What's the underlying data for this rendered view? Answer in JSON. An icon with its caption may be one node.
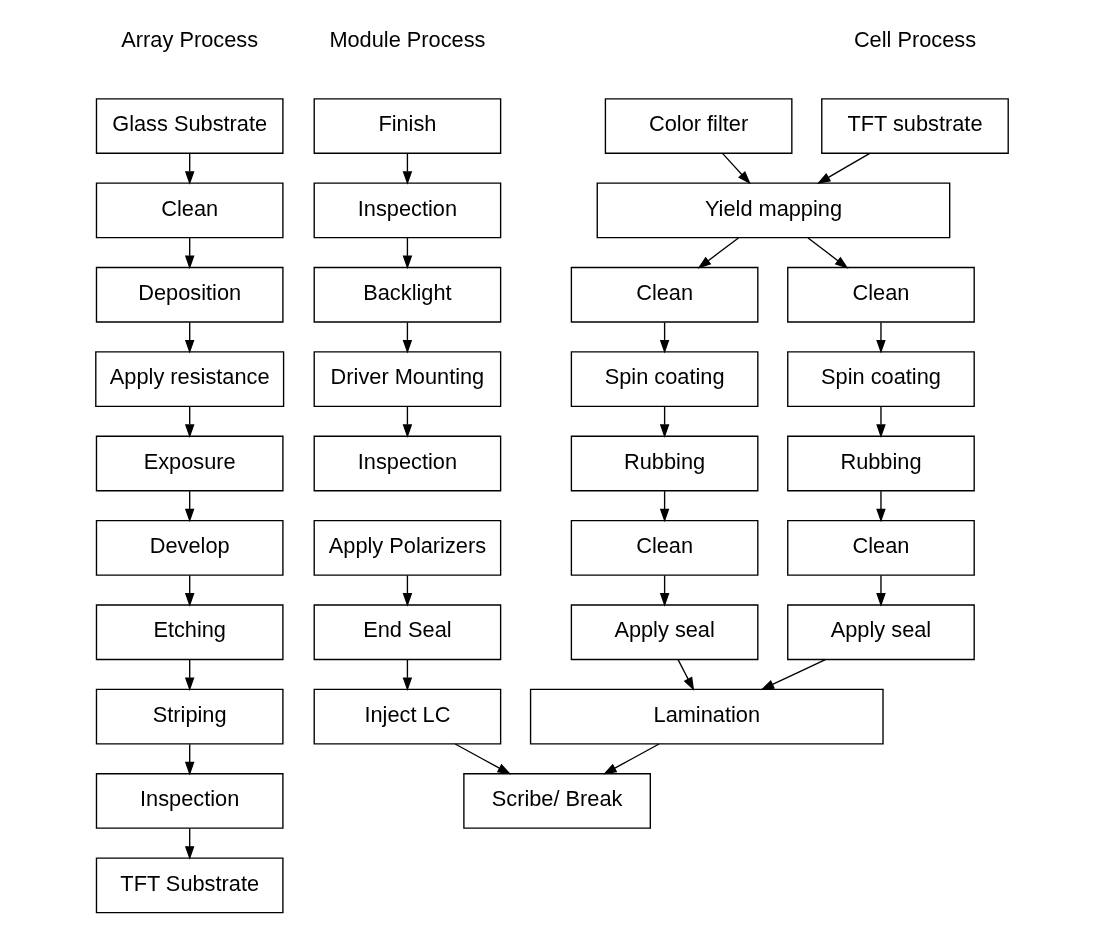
{
  "diagram": {
    "nodes": [
      {
        "text": [
          "Glass Substrate"
        ]
      },
      {
        "text": [
          "Clean"
        ]
      },
      {
        "text": [
          "Deposition"
        ]
      },
      {
        "text": [
          "Apply resistance"
        ]
      },
      {
        "text": [
          "Exposure"
        ]
      },
      {
        "text": [
          "Develop"
        ]
      },
      {
        "text": [
          "Etching"
        ]
      },
      {
        "text": [
          "Striping"
        ]
      },
      {
        "text": [
          "Inspection"
        ]
      },
      {
        "text": [
          "TFT Substrate"
        ]
      },
      {
        "text": [
          "TFT substrate"
        ]
      },
      {
        "text": [
          "Color filter"
        ]
      },
      {
        "text": [
          "Yield mapping"
        ]
      },
      {
        "text": [
          "Clean"
        ]
      },
      {
        "text": [
          "Clean"
        ]
      },
      {
        "text": [
          "Spin coating"
        ]
      },
      {
        "text": [
          "Spin coating"
        ]
      },
      {
        "text": [
          "Rubbing"
        ]
      },
      {
        "text": [
          "Rubbing"
        ]
      },
      {
        "text": [
          "Clean"
        ]
      },
      {
        "text": [
          "Clean"
        ]
      },
      {
        "text": [
          "Apply seal"
        ]
      },
      {
        "text": [
          "Apply seal"
        ]
      },
      {
        "text": [
          "Lamination"
        ]
      },
      {
        "text": [
          "Finish"
        ]
      },
      {
        "text": [
          "Inspection"
        ]
      },
      {
        "text": [
          "Backlight"
        ]
      },
      {
        "text": [
          "Driver Mounting"
        ]
      },
      {
        "text": [
          "Inspection"
        ]
      },
      {
        "text": [
          "Apply Polarizers"
        ]
      },
      {
        "text": [
          "End Seal"
        ]
      },
      {
        "text": [
          "Inject LC"
        ]
      },
      {
        "text": [
          "Scribe/ Break"
        ]
      }
    ],
    "edges": [
      {
        "from": 0,
        "to": 1,
        "arrow": "to"
      },
      {
        "from": 1,
        "to": 2,
        "arrow": "to"
      },
      {
        "from": 2,
        "to": 3,
        "arrow": "to"
      },
      {
        "from": 3,
        "to": 4,
        "arrow": "to"
      },
      {
        "from": 4,
        "to": 5,
        "arrow": "to"
      },
      {
        "from": 5,
        "to": 6,
        "arrow": "to"
      },
      {
        "from": 6,
        "to": 7,
        "arrow": "to"
      },
      {
        "from": 7,
        "to": 8,
        "arrow": "to"
      },
      {
        "from": 8,
        "to": 9,
        "arrow": "to"
      },
      {
        "from": 10,
        "to": 12,
        "arrow": "to"
      },
      {
        "from": 11,
        "to": 12,
        "arrow": "to"
      },
      {
        "from": 12,
        "to": 13,
        "arrow": "to"
      },
      {
        "from": 12,
        "to": 14,
        "arrow": "to"
      },
      {
        "from": 13,
        "to": 15,
        "arrow": "to"
      },
      {
        "from": 15,
        "to": 17,
        "arrow": "to"
      },
      {
        "from": 17,
        "to": 19,
        "arrow": "to"
      },
      {
        "from": 19,
        "to": 21,
        "arrow": "to"
      },
      {
        "from": 21,
        "to": 23,
        "arrow": "to"
      },
      {
        "from": 14,
        "to": 16,
        "arrow": "to"
      },
      {
        "from": 16,
        "to": 18,
        "arrow": "to"
      },
      {
        "from": 18,
        "to": 20,
        "arrow": "to"
      },
      {
        "from": 20,
        "to": 22,
        "arrow": "to"
      },
      {
        "from": 22,
        "to": 23,
        "arrow": "to"
      },
      {
        "from": 24,
        "to": 25,
        "arrow": "to"
      },
      {
        "from": 25,
        "to": 26,
        "arrow": "to"
      },
      {
        "from": 26,
        "to": 27,
        "arrow": "to"
      },
      {
        "from": 27,
        "to": 28,
        "arrow": "to"
      },
      {
        "from": 29,
        "to": 30,
        "arrow": "to"
      },
      {
        "from": 30,
        "to": 31,
        "arrow": "to"
      },
      {
        "from": 31,
        "to": 32,
        "arrow": "to"
      },
      {
        "from": 23,
        "to": 32,
        "arrow": "to"
      }
    ],
    "labels": [
      "Array Process",
      "Cell Process",
      "Module Process"
    ]
  }
}
